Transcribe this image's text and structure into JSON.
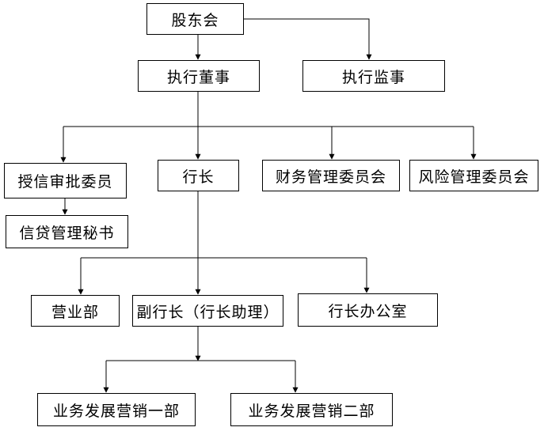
{
  "nodes": {
    "shareholders": "股东会",
    "executive_director": "执行董事",
    "executive_supervisor": "执行监事",
    "credit_approval_committee": "授信审批委员",
    "president": "行长",
    "finance_committee": "财务管理委员会",
    "risk_committee": "风险管理委员会",
    "credit_secretary": "信贷管理秘书",
    "business_department": "营业部",
    "vice_president": "副行长（行长助理）",
    "president_office": "行长办公室",
    "business_dev_1": "业务发展营销一部",
    "business_dev_2": "业务发展营销二部"
  },
  "colors": {
    "line": "#000000",
    "box_border": "#000000",
    "background": "#ffffff"
  }
}
